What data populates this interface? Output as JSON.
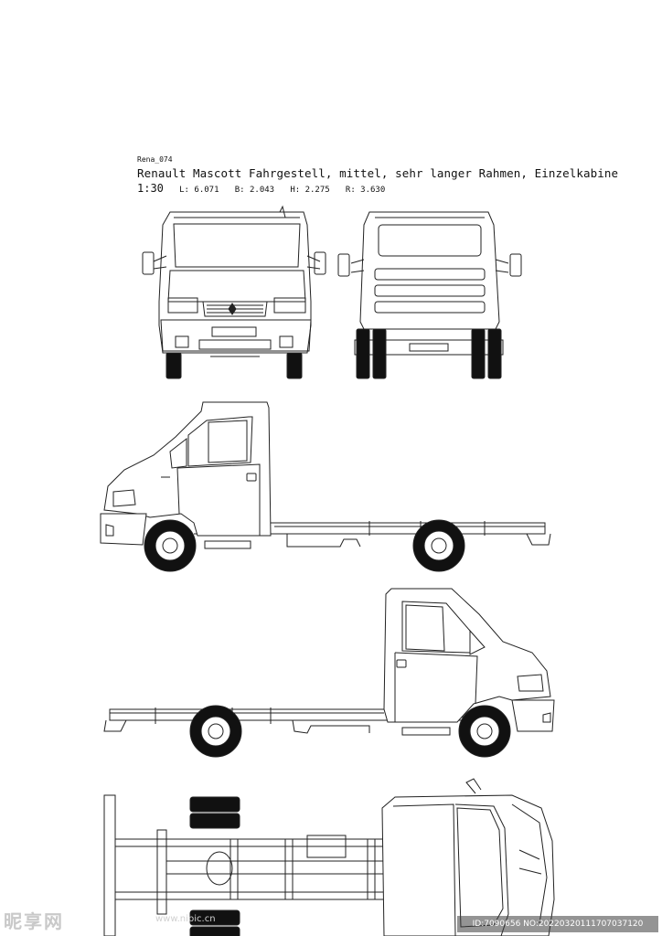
{
  "header": {
    "code": "Rena_074",
    "title": "Renault Mascott Fahrgestell, mittel, sehr langer Rahmen, Einzelkabine",
    "scale": "1:30",
    "dims": {
      "length": "L: 6.071",
      "width": "B: 2.043",
      "height": "H: 2.275",
      "wheelbase": "R: 3.630"
    }
  },
  "watermark": {
    "brand": "昵享网",
    "site": "www.nipic.cn",
    "id": "ID:7090656 NO:20220320111707037120"
  }
}
